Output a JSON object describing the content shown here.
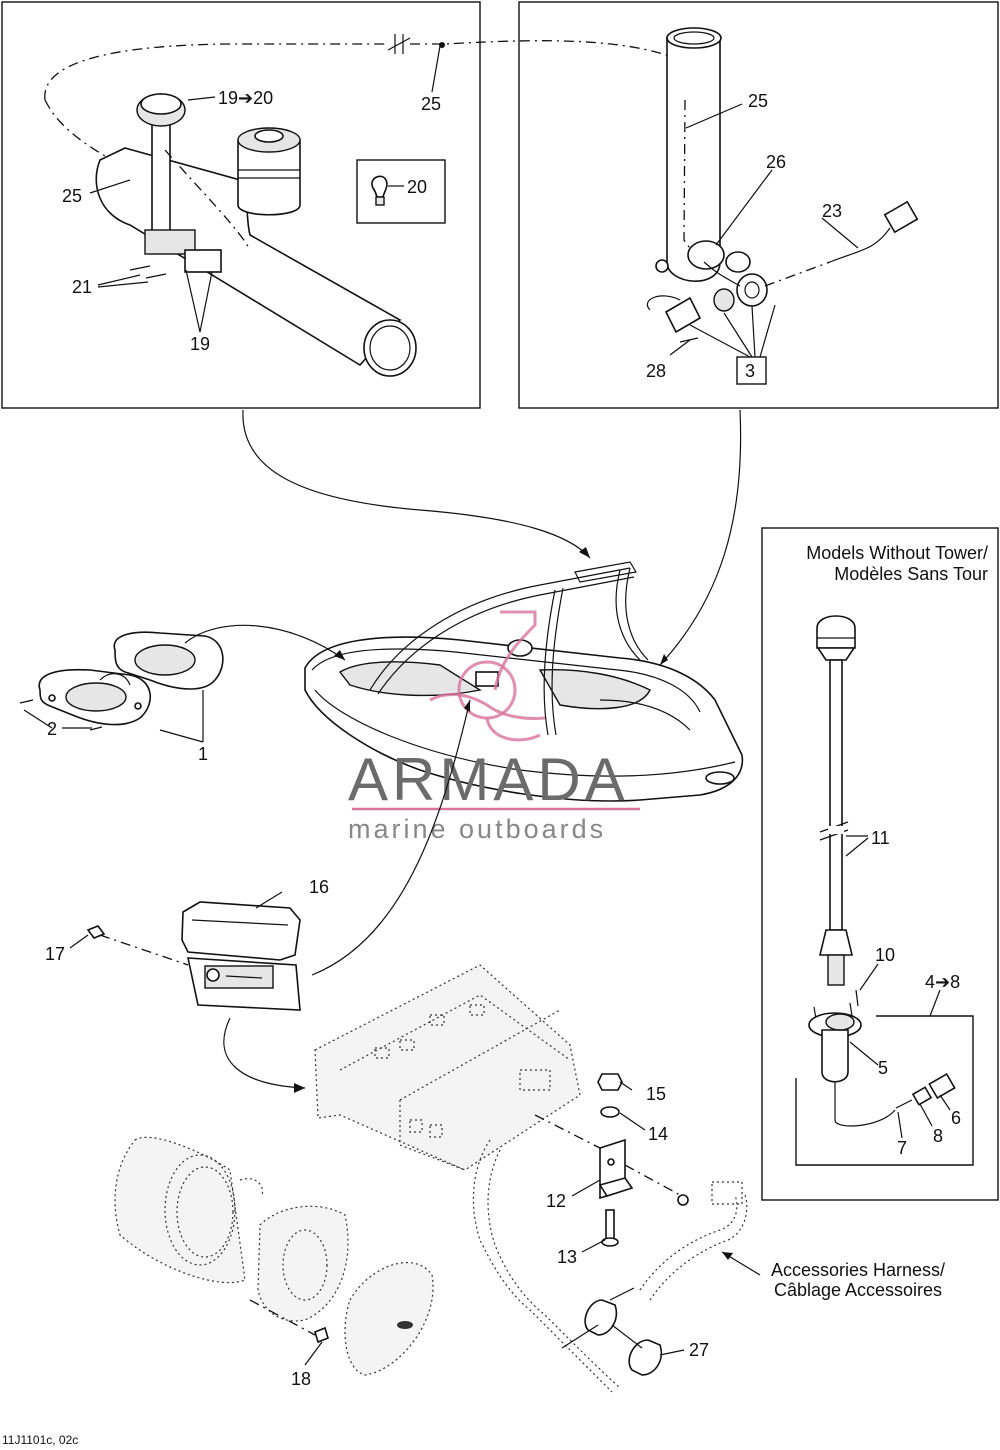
{
  "callouts": {
    "n1": "1",
    "n2": "2",
    "n3": "3",
    "n4to8": "4➔8",
    "n5": "5",
    "n6": "6",
    "n7": "7",
    "n8": "8",
    "n10": "10",
    "n11": "11",
    "n12": "12",
    "n13": "13",
    "n14": "14",
    "n15": "15",
    "n16": "16",
    "n17": "17",
    "n18": "18",
    "n19": "19",
    "n19to20": "19➔20",
    "n20": "20",
    "n21": "21",
    "n23": "23",
    "n25a": "25",
    "n25b": "25",
    "n25c": "25",
    "n26": "26",
    "n27": "27",
    "n28": "28"
  },
  "notes": {
    "models_line1": "Models Without Tower/",
    "models_line2": "Modèles Sans Tour",
    "harness_line1": "Accessories Harness/",
    "harness_line2": "Câblage Accessoires"
  },
  "watermark": {
    "brand": "ARMADA",
    "tagline": "marine outboards",
    "brand_color": "#d8739a"
  },
  "drawing_code": "11J1101c, 02c"
}
